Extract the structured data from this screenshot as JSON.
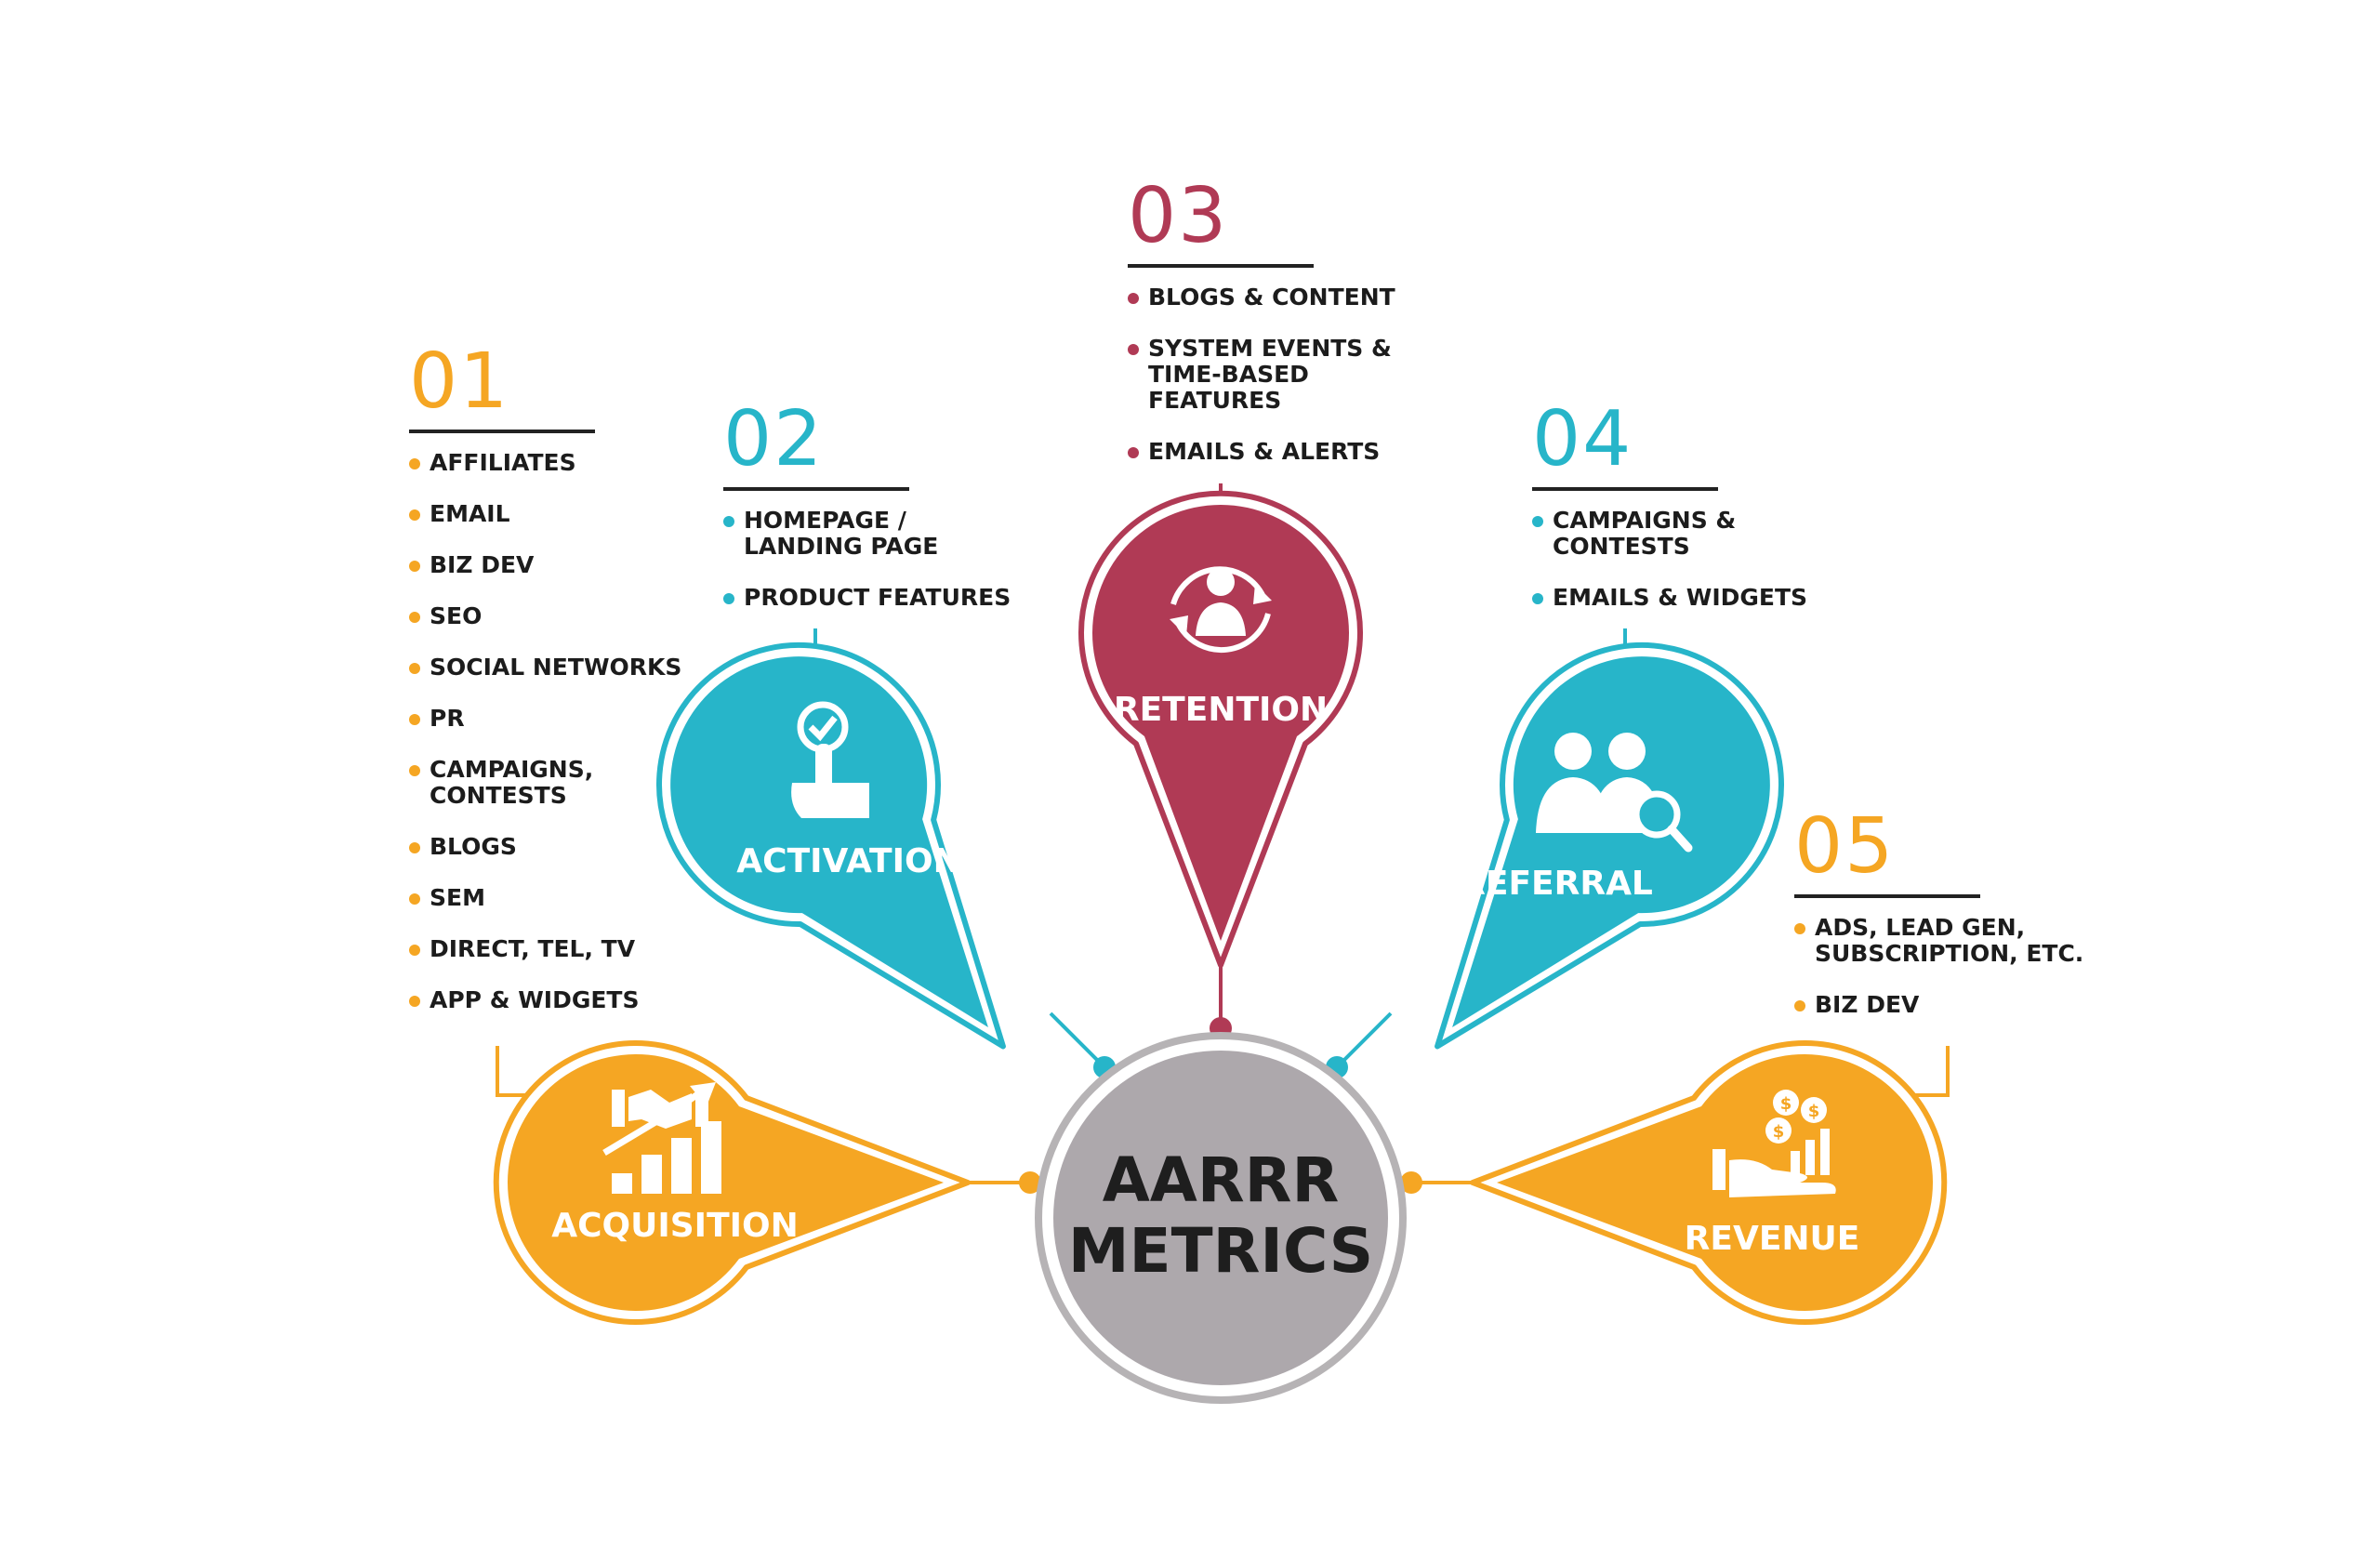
{
  "center": {
    "line1": "AARRR",
    "line2": "METRICS"
  },
  "stages": [
    {
      "num": "01",
      "label": "ACQUISITION",
      "color": "#f5a623",
      "icon": "handshake-growth-chart-icon",
      "items": [
        "AFFILIATES",
        "EMAIL",
        "BIZ DEV",
        "SEO",
        "SOCIAL NETWORKS",
        "PR",
        "CAMPAIGNS,\nCONTESTS",
        "BLOGS",
        "SEM",
        "DIRECT, TEL, TV",
        "APP & WIDGETS"
      ]
    },
    {
      "num": "02",
      "label": "ACTIVATION",
      "color": "#27b5c9",
      "icon": "touch-check-icon",
      "items": [
        "HOMEPAGE /\nLANDING PAGE",
        "PRODUCT FEATURES"
      ]
    },
    {
      "num": "03",
      "label": "RETENTION",
      "color": "#b03a55",
      "icon": "user-cycle-icon",
      "items": [
        "BLOGS & CONTENT",
        "SYSTEM EVENTS &\nTIME-BASED\nFEATURES",
        "EMAILS & ALERTS"
      ]
    },
    {
      "num": "04",
      "label": "REFERRAL",
      "color": "#27b5c9",
      "icon": "people-search-icon",
      "items": [
        "CAMPAIGNS &\nCONTESTS",
        "EMAILS & WIDGETS"
      ]
    },
    {
      "num": "05",
      "label": "REVENUE",
      "color": "#f5a623",
      "icon": "money-hand-chart-icon",
      "items": [
        "ADS, LEAD GEN,\nSUBSCRIPTION, ETC.",
        "BIZ DEV"
      ]
    }
  ]
}
